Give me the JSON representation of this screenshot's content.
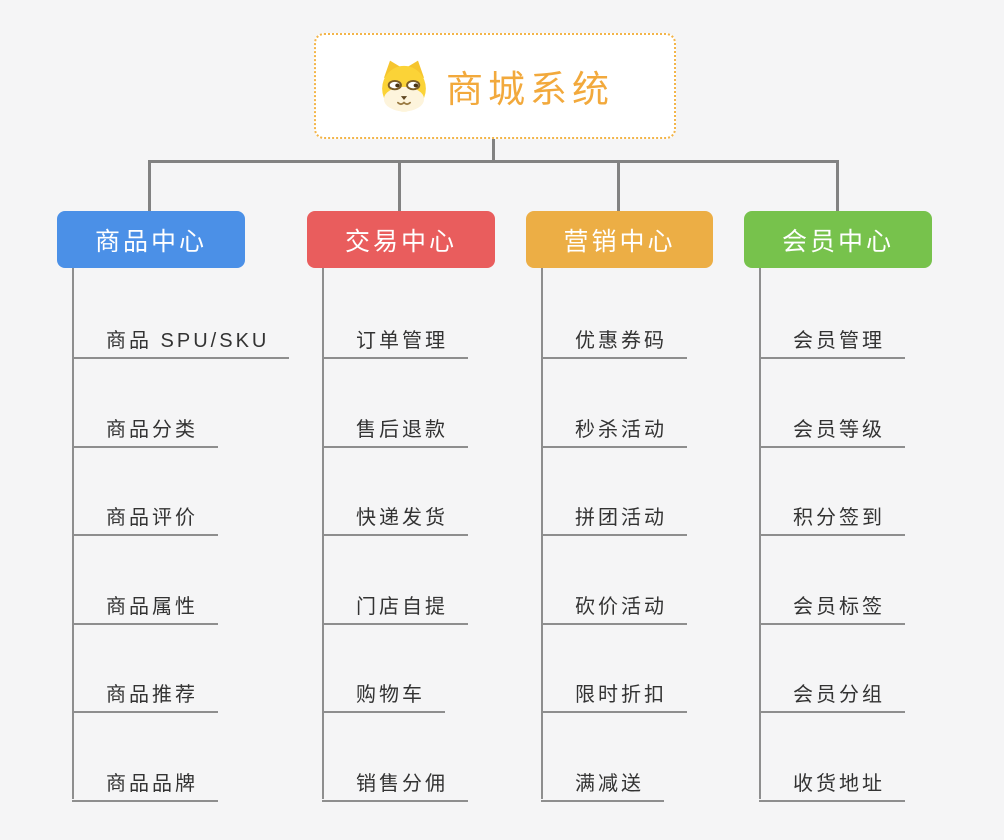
{
  "canvas": {
    "background": "#f5f5f6"
  },
  "root": {
    "title": "商城系统",
    "title_color": "#f2a93c",
    "border_color": "#f3b54a",
    "icon": "shiba-dog-icon"
  },
  "connectors": {
    "color": "#828282"
  },
  "branches": [
    {
      "label": "商品中心",
      "color": "#4b90e7",
      "items": [
        "商品 SPU/SKU",
        "商品分类",
        "商品评价",
        "商品属性",
        "商品推荐",
        "商品品牌"
      ]
    },
    {
      "label": "交易中心",
      "color": "#e95d5d",
      "items": [
        "订单管理",
        "售后退款",
        "快递发货",
        "门店自提",
        "购物车",
        "销售分佣"
      ]
    },
    {
      "label": "营销中心",
      "color": "#ecae45",
      "items": [
        "优惠券码",
        "秒杀活动",
        "拼团活动",
        "砍价活动",
        "限时折扣",
        "满减送"
      ]
    },
    {
      "label": "会员中心",
      "color": "#77c24c",
      "items": [
        "会员管理",
        "会员等级",
        "积分签到",
        "会员标签",
        "会员分组",
        "收货地址"
      ]
    }
  ]
}
